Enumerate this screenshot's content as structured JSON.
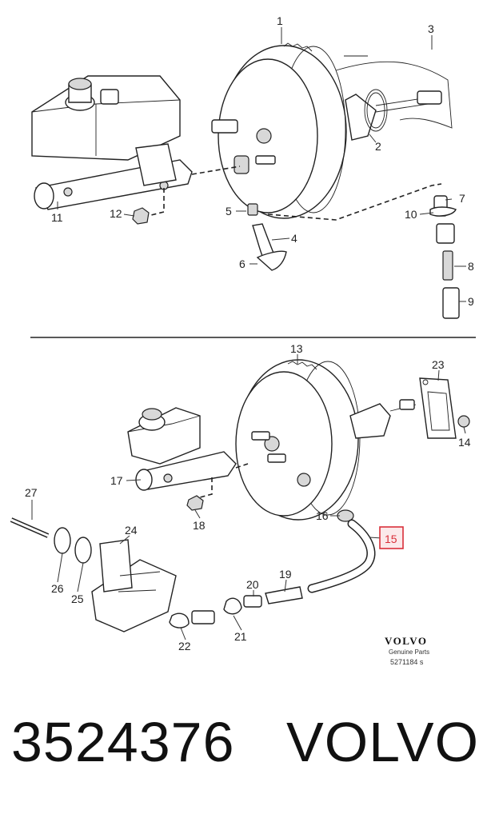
{
  "diagram": {
    "callouts": [
      "1",
      "2",
      "3",
      "4",
      "5",
      "6",
      "7",
      "8",
      "9",
      "10",
      "11",
      "12",
      "13",
      "14",
      "15",
      "16",
      "17",
      "18",
      "19",
      "20",
      "21",
      "22",
      "23",
      "24",
      "25",
      "26",
      "27"
    ],
    "highlighted_callout": "15",
    "highlight_color": "#d9303a",
    "logo": {
      "brand": "VOLVO",
      "subtitle": "Genuine Parts",
      "code": "5271184 s"
    }
  },
  "footer": {
    "part_number": "3524376",
    "brand": "VOLVO"
  }
}
